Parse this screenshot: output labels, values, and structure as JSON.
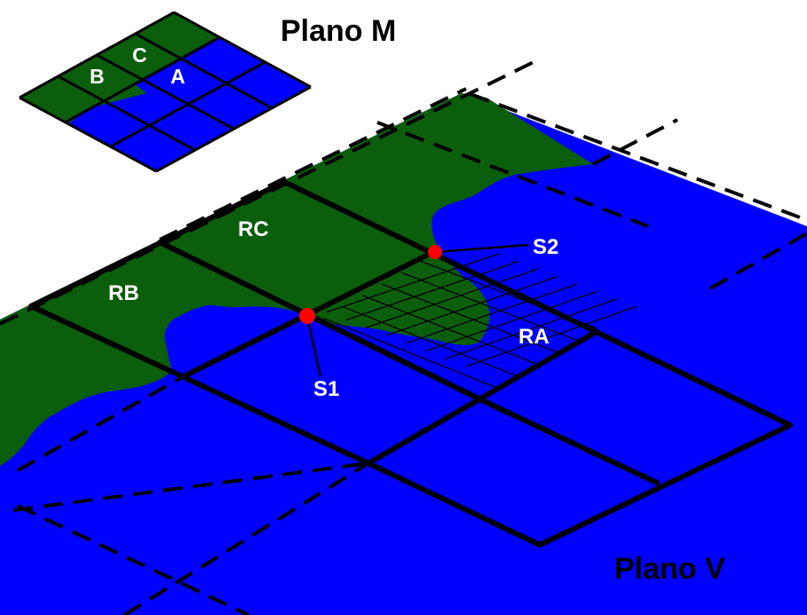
{
  "plane_m": {
    "title": "Plano M",
    "cells": {
      "a": "A",
      "b": "B",
      "c": "C"
    }
  },
  "plane_v": {
    "title": "Plano V",
    "regions": {
      "ra": "RA",
      "rb": "RB",
      "rc": "RC"
    },
    "points": {
      "s1": "S1",
      "s2": "S2"
    }
  },
  "colors": {
    "land": "#0b5e0b",
    "water": "#0000ff",
    "grid_line": "#000000",
    "point": "#ff0000",
    "label_light": "#ffffff",
    "label_dark": "#000000"
  }
}
